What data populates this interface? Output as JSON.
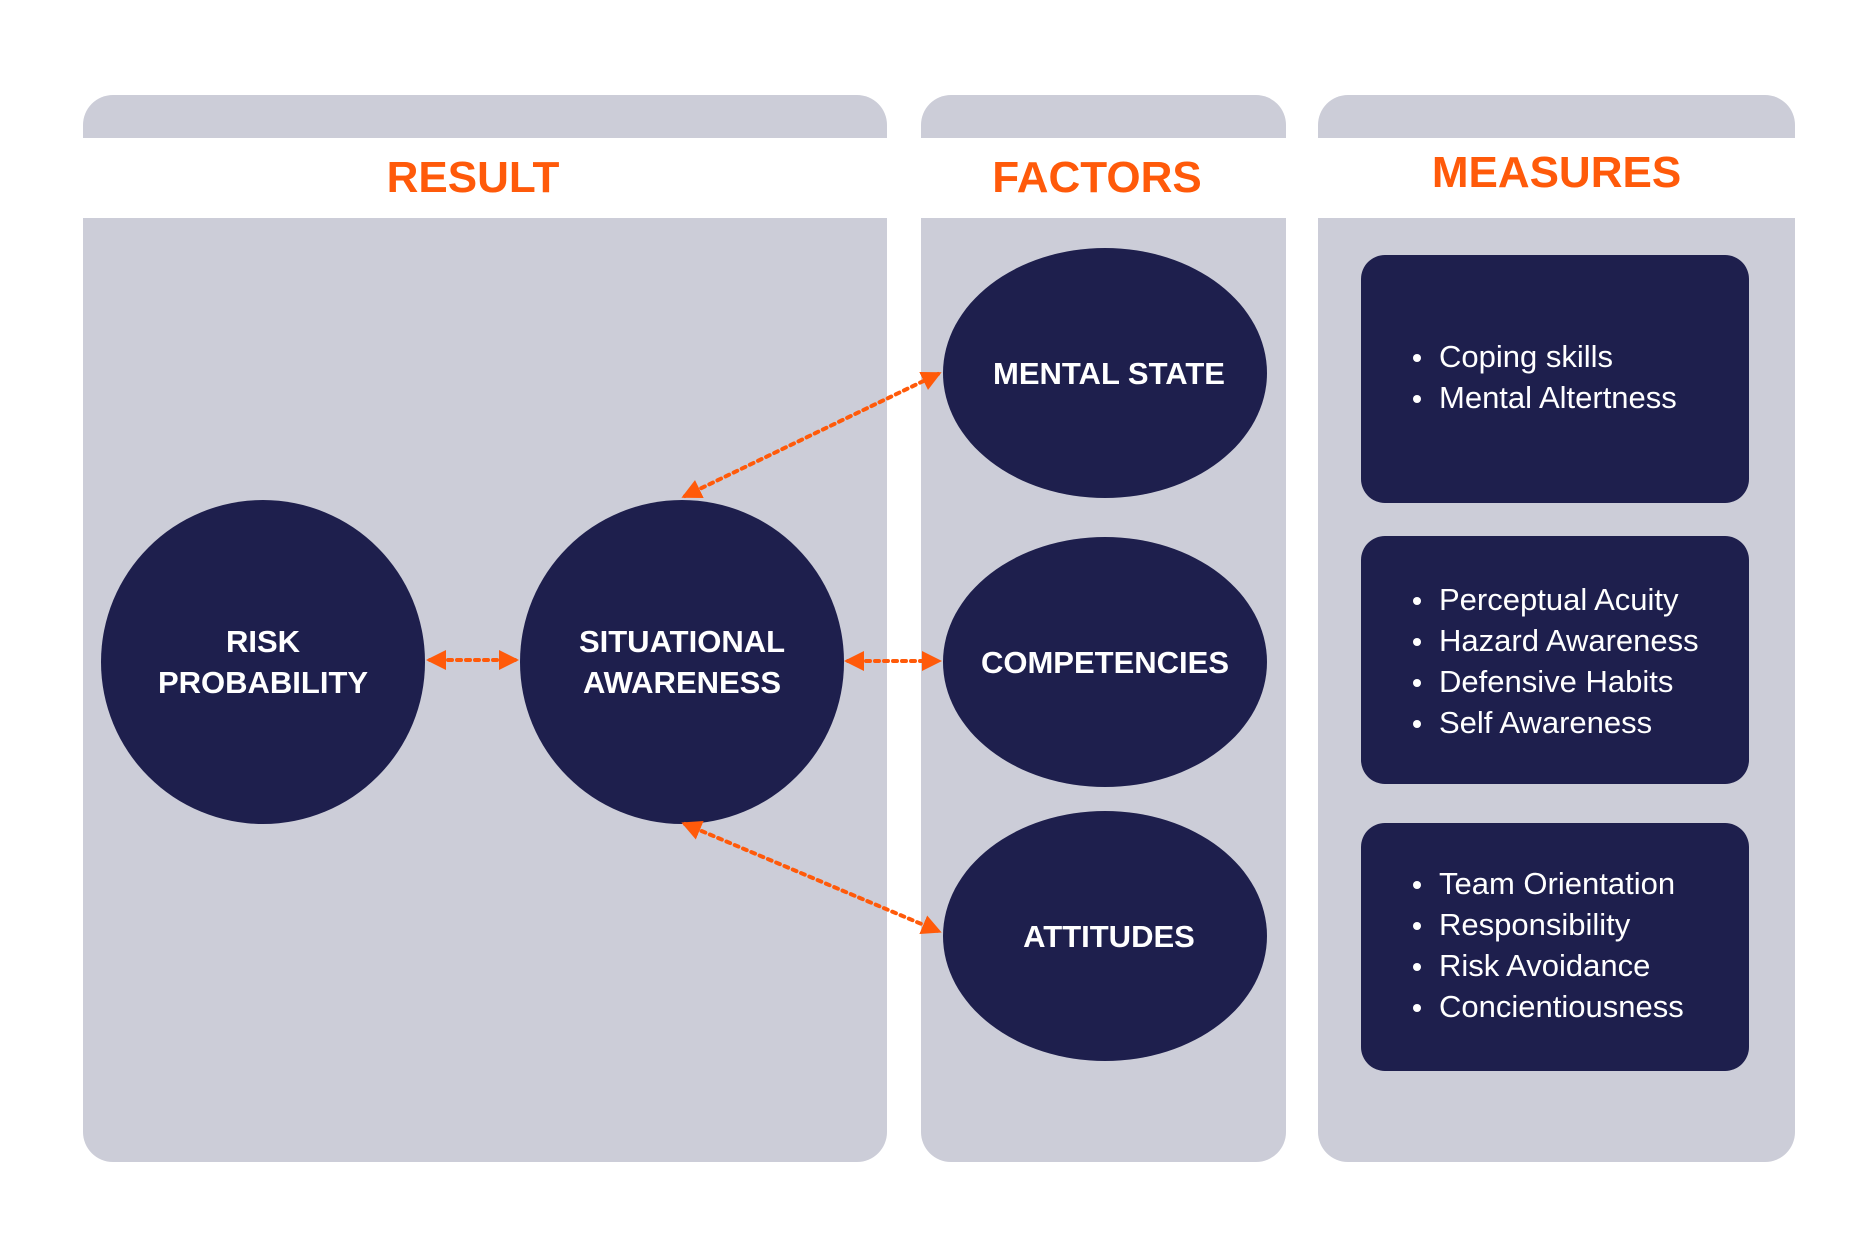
{
  "colors": {
    "panel": "#cccdd8",
    "node": "#1e1f4d",
    "accent": "#ff5a0a",
    "text": "#ffffff"
  },
  "headers": {
    "result": "RESULT",
    "factors": "FACTORS",
    "measures": "MEASURES"
  },
  "result_nodes": {
    "risk": [
      "RISK",
      "PROBABILITY"
    ],
    "situational": [
      "SITUATIONAL",
      "AWARENESS"
    ]
  },
  "factors": [
    {
      "label": "MENTAL STATE"
    },
    {
      "label": "COMPETENCIES"
    },
    {
      "label": "ATTITUDES"
    }
  ],
  "measures": [
    {
      "items": [
        "Coping skills",
        "Mental Altertness"
      ]
    },
    {
      "items": [
        "Perceptual Acuity",
        "Hazard Awareness",
        "Defensive Habits",
        "Self Awareness"
      ]
    },
    {
      "items": [
        "Team Orientation",
        "Responsibility",
        "Risk Avoidance",
        "Concientiousness"
      ]
    }
  ],
  "connectors": [
    {
      "from": "risk-probability",
      "to": "situational-awareness",
      "style": "dotted",
      "arrows": "both"
    },
    {
      "from": "situational-awareness",
      "to": "mental-state",
      "style": "dotted",
      "arrows": "both"
    },
    {
      "from": "situational-awareness",
      "to": "competencies",
      "style": "dotted",
      "arrows": "both"
    },
    {
      "from": "situational-awareness",
      "to": "attitudes",
      "style": "dotted",
      "arrows": "both"
    }
  ]
}
